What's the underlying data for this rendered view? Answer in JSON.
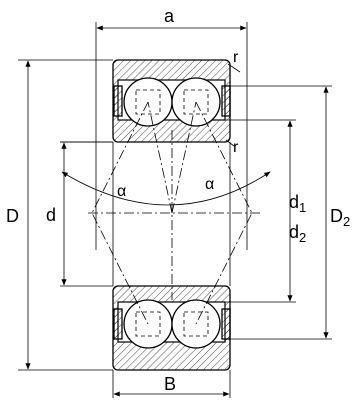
{
  "labels": {
    "a": "a",
    "r_top": "r",
    "r_mid": "r",
    "D": "D",
    "d": "d",
    "alpha_left": "α",
    "alpha_right": "α",
    "d1_base": "d",
    "d1_sub": "1",
    "d2_base": "d",
    "d2_sub": "2",
    "D2_base": "D",
    "D2_sub": "2",
    "B": "B"
  }
}
